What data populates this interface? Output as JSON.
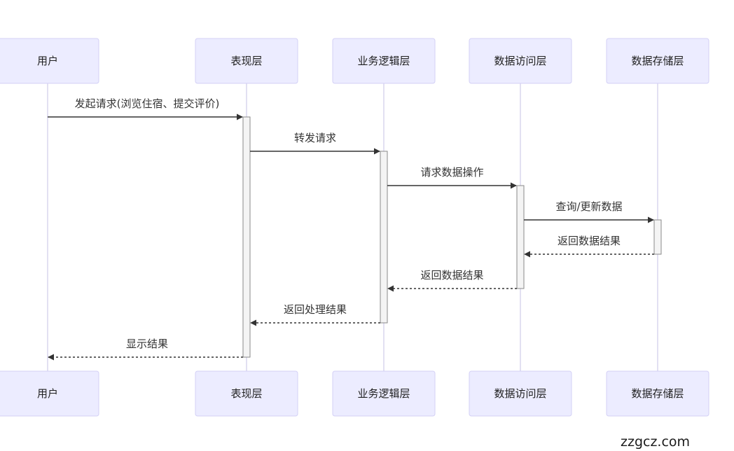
{
  "participants": [
    "用户",
    "表现层",
    "业务逻辑层",
    "数据访问层",
    "数据存储层"
  ],
  "messages": [
    {
      "from": 0,
      "to": 1,
      "label": "发起请求(浏览住宿、提交评价)",
      "style": "solid"
    },
    {
      "from": 1,
      "to": 2,
      "label": "转发请求",
      "style": "solid"
    },
    {
      "from": 2,
      "to": 3,
      "label": "请求数据操作",
      "style": "solid"
    },
    {
      "from": 3,
      "to": 4,
      "label": "查询/更新数据",
      "style": "solid"
    },
    {
      "from": 4,
      "to": 3,
      "label": "返回数据结果",
      "style": "dashed"
    },
    {
      "from": 3,
      "to": 2,
      "label": "返回数据结果",
      "style": "dashed"
    },
    {
      "from": 2,
      "to": 1,
      "label": "返回处理结果",
      "style": "dashed"
    },
    {
      "from": 1,
      "to": 0,
      "label": "显示结果",
      "style": "dashed"
    }
  ],
  "colors": {
    "actor_fill": "#ececff",
    "actor_border": "#d3d0f5",
    "lifeline": "#d8d6ee",
    "arrow": "#333333"
  },
  "watermark": "zzgcz.com"
}
